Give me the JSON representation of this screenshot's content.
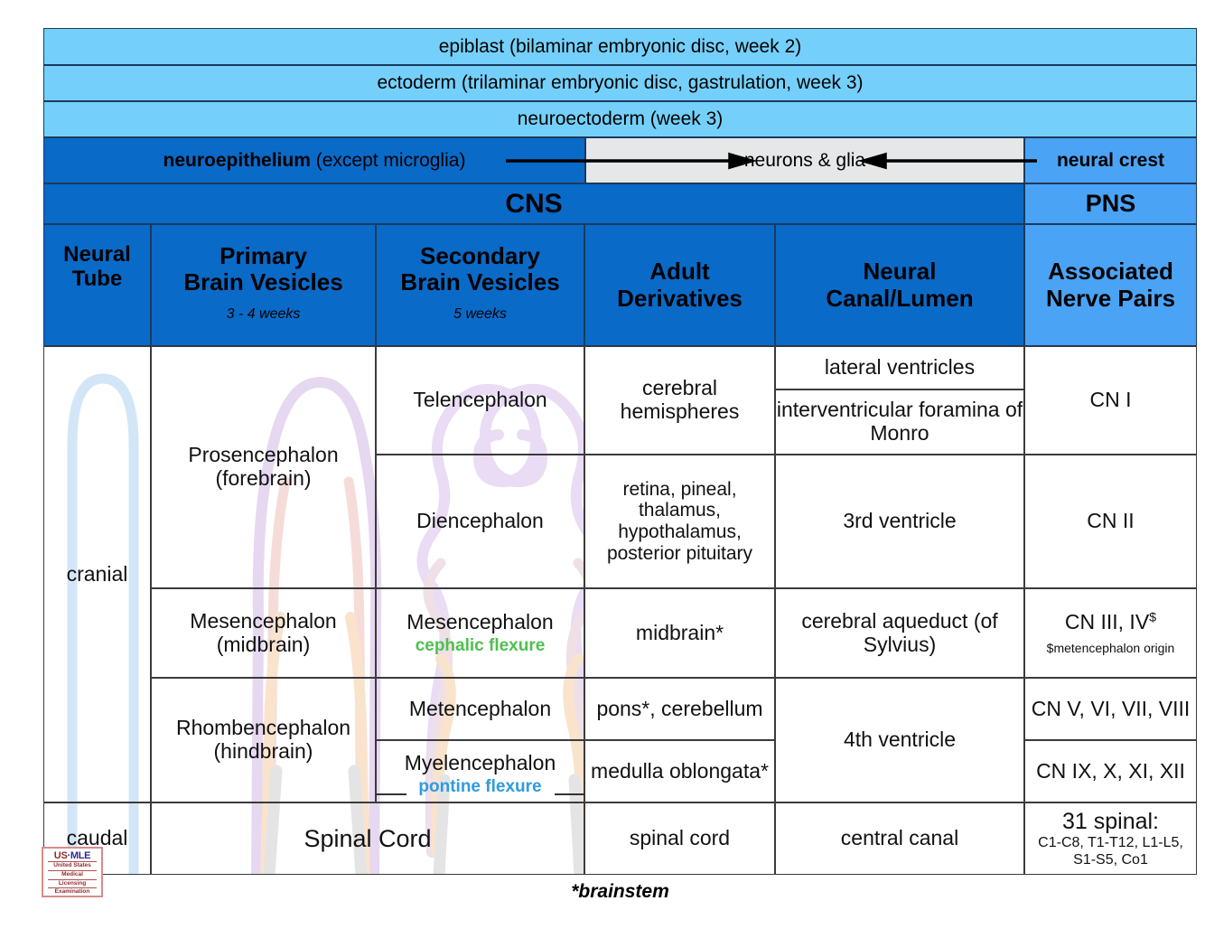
{
  "lineage_bands": [
    {
      "label": "epiblast (bilaminar embryonic disc, week 2)"
    },
    {
      "label": "ectoderm (trilaminar embryonic disc, gastrulation, week 3)"
    },
    {
      "label": "neuroectoderm (week 3)"
    }
  ],
  "derivation_row": {
    "left_bold": "neuroepithelium",
    "left_rest": " (except microglia)",
    "center": "neurons & glia",
    "right": "neural crest"
  },
  "system_row": {
    "cns": "CNS",
    "pns": "PNS"
  },
  "columns": [
    {
      "title_line1": "Neural",
      "title_line2": "Tube",
      "sub": ""
    },
    {
      "title_line1": "Primary",
      "title_line2": "Brain Vesicles",
      "sub": "3 - 4 weeks"
    },
    {
      "title_line1": "Secondary",
      "title_line2": "Brain Vesicles",
      "sub": "5 weeks"
    },
    {
      "title_line1": "Adult",
      "title_line2": "Derivatives",
      "sub": ""
    },
    {
      "title_line1": "Neural",
      "title_line2": "Canal/Lumen",
      "sub": ""
    },
    {
      "title_line1": "Associated",
      "title_line2": "Nerve Pairs",
      "sub": ""
    }
  ],
  "neural_tube": {
    "cranial": "cranial",
    "caudal": "caudal"
  },
  "primary_vesicles": [
    {
      "line1": "Prosencephalon",
      "line2": "(forebrain)"
    },
    {
      "line1": "Mesencephalon",
      "line2": "(midbrain)"
    },
    {
      "line1": "Rhombencephalon",
      "line2": "(hindbrain)"
    },
    {
      "line1": "Spinal Cord",
      "line2": ""
    }
  ],
  "secondary_vesicles": [
    {
      "name": "Telencephalon",
      "flexure": "",
      "flexure_color": ""
    },
    {
      "name": "Diencephalon",
      "flexure": "",
      "flexure_color": ""
    },
    {
      "name": "Mesencephalon",
      "flexure": "cephalic flexure",
      "flexure_color": "#4fc04f"
    },
    {
      "name": "Metencephalon",
      "flexure": "",
      "flexure_color": ""
    },
    {
      "name": "Myelencephalon",
      "flexure": "pontine flexure",
      "flexure_color": "#2e9be0"
    }
  ],
  "adult_derivatives": [
    {
      "text": "cerebral hemispheres",
      "color": "#c4a5d8"
    },
    {
      "text": "retina, pineal, thalamus, hypothalamus, posterior pituitary",
      "color": "#9063bb"
    },
    {
      "text": "midbrain*",
      "color": "#d9503c"
    },
    {
      "text": "pons*, cerebellum",
      "color": "#ef9a43"
    },
    {
      "text": "medulla oblongata*",
      "color": "#f3bd92"
    },
    {
      "text": "spinal cord",
      "color": "#dcdcdc"
    }
  ],
  "neural_canal": [
    {
      "text": "lateral ventricles"
    },
    {
      "text": "interventricular foramina of Monro"
    },
    {
      "text": "3rd ventricle"
    },
    {
      "text": "cerebral aqueduct (of Sylvius)"
    },
    {
      "text": "4th ventricle"
    },
    {
      "text": "central canal"
    }
  ],
  "nerve_pairs": [
    {
      "text": "CN I",
      "note": ""
    },
    {
      "text": "CN II",
      "note": ""
    },
    {
      "text": "CN III, IV",
      "superscript": "$",
      "note": "$metencephalon origin"
    },
    {
      "text": "CN V, VI, VII, VIII",
      "note": ""
    },
    {
      "text": "CN IX, X, XI, XII",
      "note": ""
    },
    {
      "text": "31 spinal:",
      "note": "C1-C8, T1-T12, L1-L5, S1-S5, Co1"
    }
  ],
  "footnote": "*brainstem",
  "logo": {
    "title_us": "US",
    "title_sep": "·",
    "title_mle": "MLE",
    "lines": [
      "United States",
      "Medical",
      "Licensing",
      "Examination"
    ]
  },
  "palette": {
    "light_blue": "#74d0fb",
    "dark_blue": "#0a6ac8",
    "pns_blue": "#4ba3f5",
    "gray_mid": "#e6e7e8",
    "border": "#1b3a5c"
  }
}
